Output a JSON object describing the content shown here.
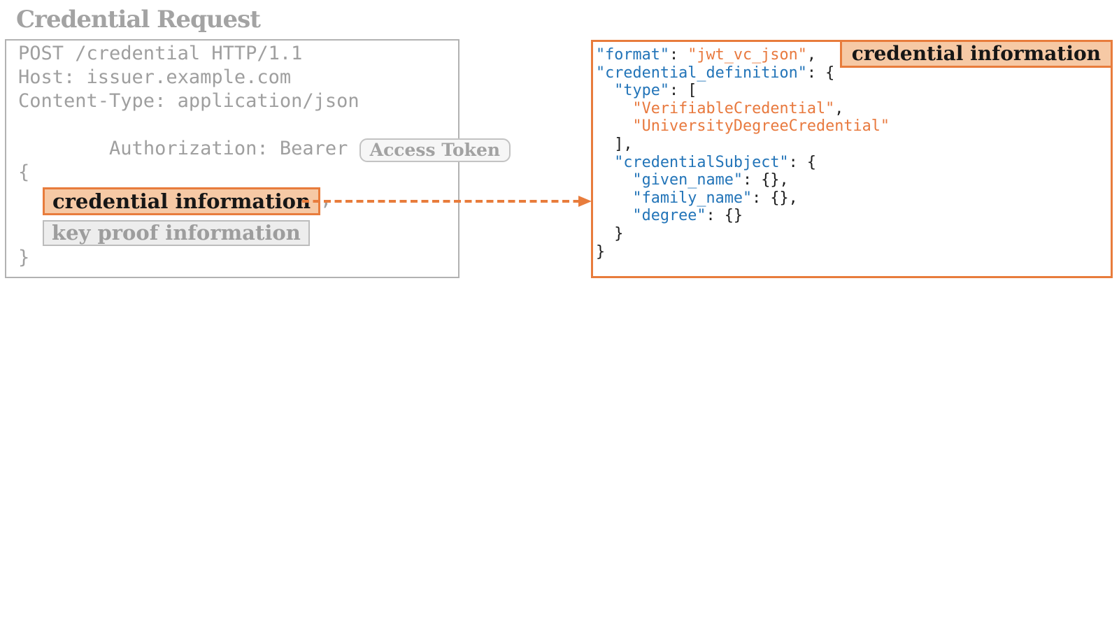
{
  "title": "Credential Request",
  "request_panel": {
    "lines": [
      "POST /credential HTTP/1.1",
      "Host: issuer.example.com",
      "Content-Type: application/json",
      "Authorization: Bearer "
    ],
    "access_token_badge": "Access Token",
    "body_open_brace": "{",
    "credential_info_badge": "credential information",
    "comma_after_badge": ",",
    "key_proof_badge": "key proof information",
    "body_close_brace": "}"
  },
  "json_panel": {
    "corner_label": "credential information",
    "code_lines": [
      [
        {
          "t": "key",
          "s": "\"format\""
        },
        {
          "t": "p",
          "s": ": "
        },
        {
          "t": "str",
          "s": "\"jwt_vc_json\""
        },
        {
          "t": "p",
          "s": ","
        }
      ],
      [
        {
          "t": "key",
          "s": "\"credential_definition\""
        },
        {
          "t": "p",
          "s": ": {"
        }
      ],
      [
        {
          "t": "p",
          "s": "  "
        },
        {
          "t": "key",
          "s": "\"type\""
        },
        {
          "t": "p",
          "s": ": ["
        }
      ],
      [
        {
          "t": "p",
          "s": "    "
        },
        {
          "t": "str",
          "s": "\"VerifiableCredential\""
        },
        {
          "t": "p",
          "s": ","
        }
      ],
      [
        {
          "t": "p",
          "s": "    "
        },
        {
          "t": "str",
          "s": "\"UniversityDegreeCredential\""
        }
      ],
      [
        {
          "t": "p",
          "s": "  ],"
        }
      ],
      [
        {
          "t": "p",
          "s": "  "
        },
        {
          "t": "key",
          "s": "\"credentialSubject\""
        },
        {
          "t": "p",
          "s": ": {"
        }
      ],
      [
        {
          "t": "p",
          "s": "    "
        },
        {
          "t": "key",
          "s": "\"given_name\""
        },
        {
          "t": "p",
          "s": ": {},"
        }
      ],
      [
        {
          "t": "p",
          "s": "    "
        },
        {
          "t": "key",
          "s": "\"family_name\""
        },
        {
          "t": "p",
          "s": ": {},"
        }
      ],
      [
        {
          "t": "p",
          "s": "    "
        },
        {
          "t": "key",
          "s": "\"degree\""
        },
        {
          "t": "p",
          "s": ": {}"
        }
      ],
      [
        {
          "t": "p",
          "s": "  }"
        }
      ],
      [
        {
          "t": "p",
          "s": "}"
        }
      ]
    ]
  },
  "colors": {
    "accent_orange": "#e87c3c",
    "badge_fill_orange": "#f6c9a5",
    "json_key_blue": "#2274b8",
    "json_string_orange": "#e8793e",
    "muted_gray_text": "#9f9f9f",
    "panel_border_gray": "#b2b2b2"
  }
}
